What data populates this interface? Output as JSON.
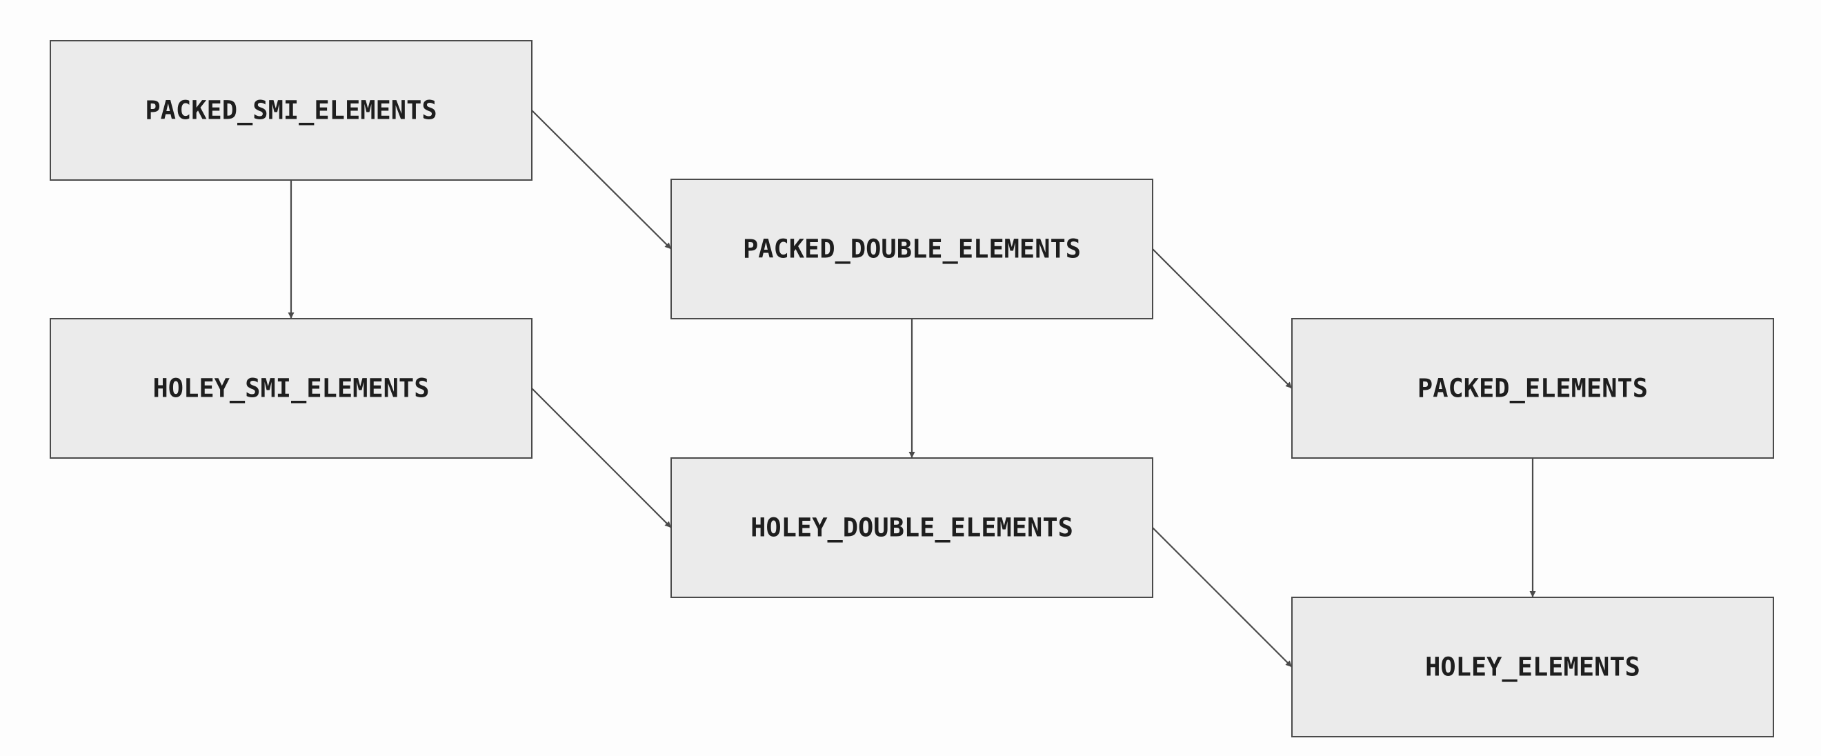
{
  "diagram": {
    "nodes": [
      {
        "id": "packed-smi",
        "label": "PACKED_SMI_ELEMENTS"
      },
      {
        "id": "holey-smi",
        "label": "HOLEY_SMI_ELEMENTS"
      },
      {
        "id": "packed-double",
        "label": "PACKED_DOUBLE_ELEMENTS"
      },
      {
        "id": "holey-double",
        "label": "HOLEY_DOUBLE_ELEMENTS"
      },
      {
        "id": "packed",
        "label": "PACKED_ELEMENTS"
      },
      {
        "id": "holey",
        "label": "HOLEY_ELEMENTS"
      }
    ],
    "edges": [
      {
        "from": "packed-smi",
        "to": "holey-smi"
      },
      {
        "from": "packed-smi",
        "to": "packed-double"
      },
      {
        "from": "holey-smi",
        "to": "holey-double"
      },
      {
        "from": "packed-double",
        "to": "holey-double"
      },
      {
        "from": "packed-double",
        "to": "packed"
      },
      {
        "from": "holey-double",
        "to": "holey"
      },
      {
        "from": "packed",
        "to": "holey"
      }
    ]
  }
}
